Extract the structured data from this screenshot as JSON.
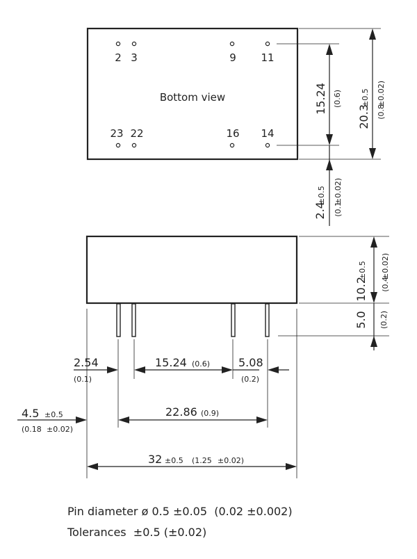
{
  "top_view": {
    "label": "Bottom view",
    "pins": [
      "2",
      "3",
      "9",
      "11",
      "23",
      "22",
      "16",
      "14"
    ]
  },
  "dimensions": {
    "pin_row_spacing": {
      "value": "15.24",
      "inch": "(0.6)"
    },
    "height_top": {
      "value": "20.3",
      "tol": "±0.5",
      "inch": "(0.8",
      "inch_tol": "±0.02)"
    },
    "offset": {
      "value": "2.4",
      "tol": "±0.5",
      "inch": "(0.1",
      "inch_tol": "±0.02)"
    },
    "body_height": {
      "value": "10.2",
      "tol": "±0.5",
      "inch": "(0.4",
      "inch_tol": "±0.02)"
    },
    "pin_length": {
      "value": "5.0",
      "inch": "(0.2)"
    },
    "pitch_left": {
      "value": "2.54",
      "inch": "(0.1)"
    },
    "pitch_mid": {
      "value": "15.24",
      "inch": "(0.6)"
    },
    "pitch_right": {
      "value": "5.08",
      "inch": "(0.2)"
    },
    "edge_offset": {
      "value": "4.5",
      "tol": "±0.5",
      "inch": "(0.18",
      "inch_tol": "±0.02)"
    },
    "outer_pin_span": {
      "value": "22.86",
      "inch": "(0.9)"
    },
    "total_length": {
      "value": "32",
      "tol": "±0.5",
      "inch": "(1.25",
      "inch_tol": "±0.02)"
    }
  },
  "notes": {
    "pin_diameter": "Pin diameter ø 0.5 ±0.05  (0.02 ±0.002)",
    "tolerances": "Tolerances  ±0.5 (±0.02)"
  }
}
